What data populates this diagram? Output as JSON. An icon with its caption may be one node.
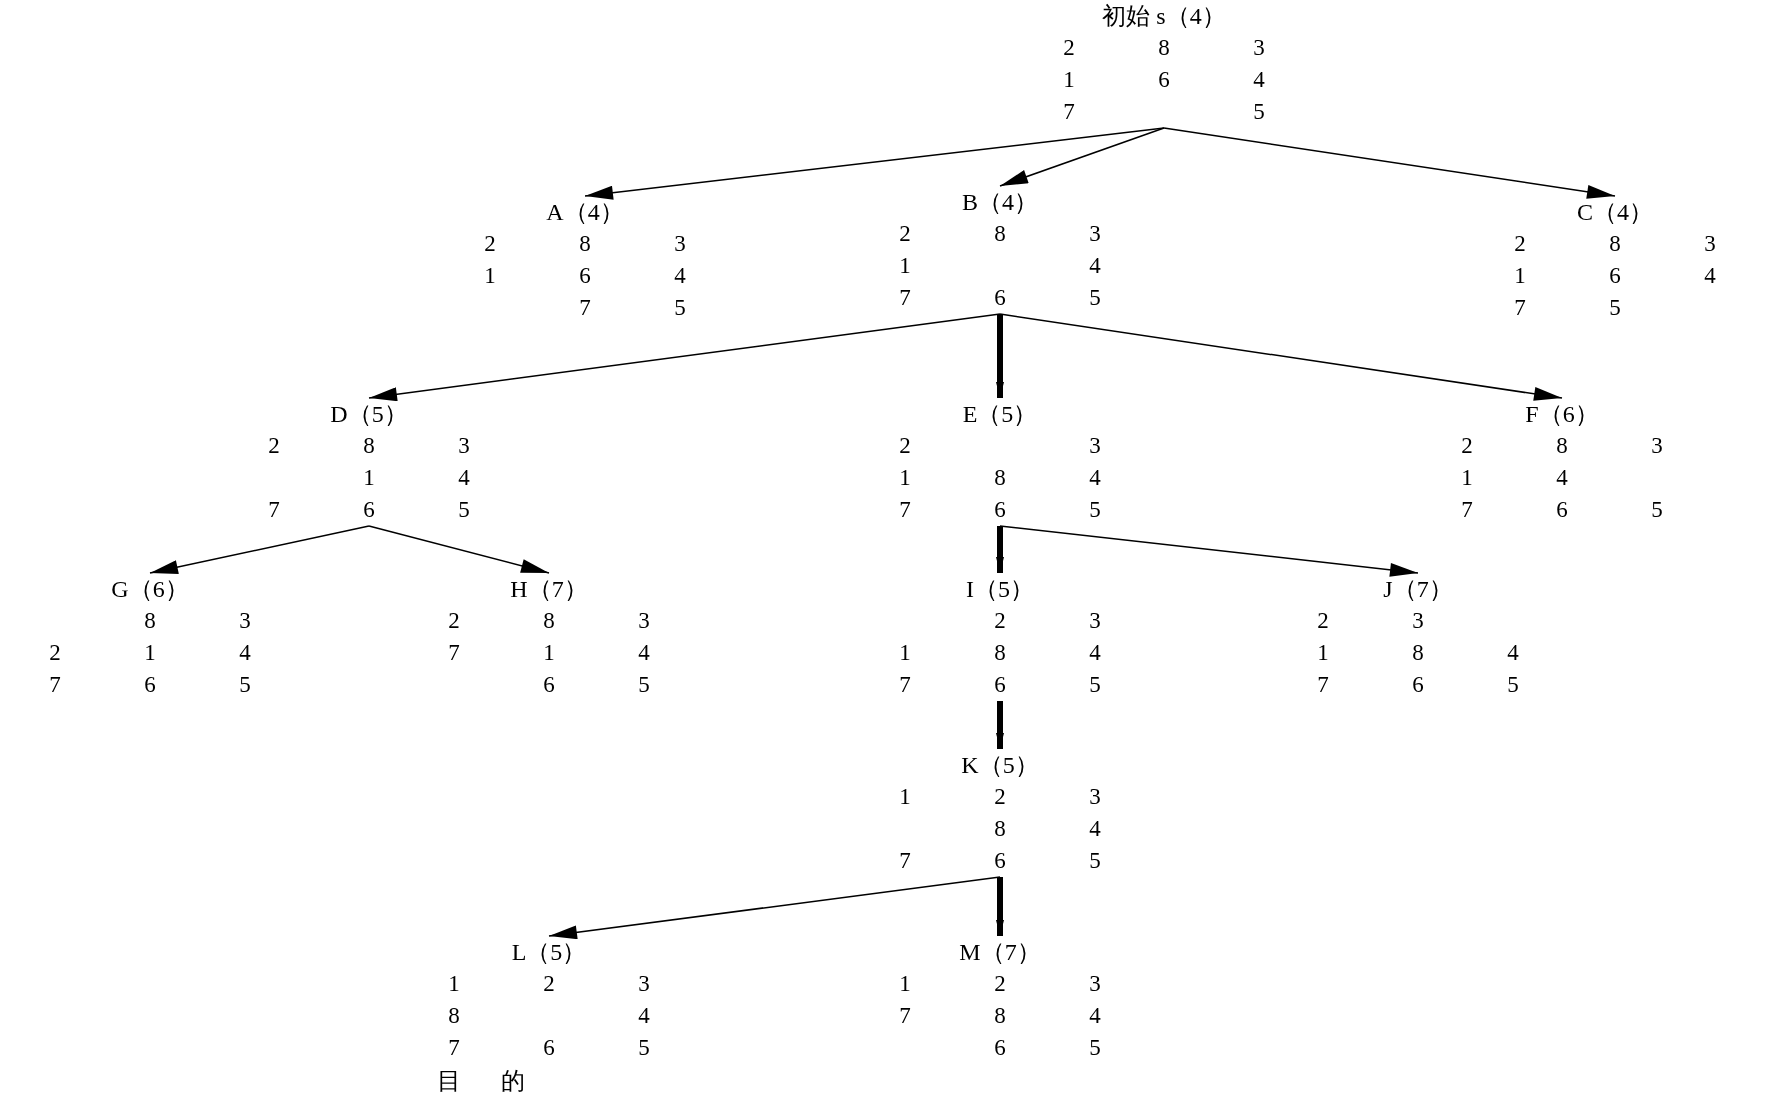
{
  "diagram": {
    "nodes": [
      {
        "text": [
          "初始 s（4）",
          "2",
          "8",
          "3",
          "1",
          "6",
          "4",
          "7",
          "5"
        ]
      },
      {
        "text": [
          "A（4）",
          "2",
          "8",
          "3",
          "1",
          "6",
          "4",
          "7",
          "5"
        ]
      },
      {
        "text": [
          "B（4）",
          "2",
          "8",
          "3",
          "1",
          "4",
          "7",
          "6",
          "5"
        ]
      },
      {
        "text": [
          "C（4）",
          "2",
          "8",
          "3",
          "1",
          "6",
          "4",
          "7",
          "5"
        ]
      },
      {
        "text": [
          "D（5）",
          "2",
          "8",
          "3",
          "1",
          "4",
          "7",
          "6",
          "5"
        ]
      },
      {
        "text": [
          "E（5）",
          "2",
          "3",
          "1",
          "8",
          "4",
          "7",
          "6",
          "5"
        ]
      },
      {
        "text": [
          "F（6）",
          "2",
          "8",
          "3",
          "1",
          "4",
          "7",
          "6",
          "5"
        ]
      },
      {
        "text": [
          "G（6）",
          "8",
          "3",
          "2",
          "1",
          "4",
          "7",
          "6",
          "5"
        ]
      },
      {
        "text": [
          "H（7）",
          "2",
          "8",
          "3",
          "7",
          "1",
          "4",
          "6",
          "5"
        ]
      },
      {
        "text": [
          "I（5）",
          "2",
          "3",
          "1",
          "8",
          "4",
          "7",
          "6",
          "5"
        ]
      },
      {
        "text": [
          "J（7）",
          "2",
          "3",
          "1",
          "8",
          "4",
          "7",
          "6",
          "5"
        ]
      },
      {
        "text": [
          "K（5）",
          "1",
          "2",
          "3",
          "8",
          "4",
          "7",
          "6",
          "5"
        ]
      },
      {
        "text": [
          "L（5）",
          "1",
          "2",
          "3",
          "8",
          "4",
          "7",
          "6",
          "5"
        ],
        "beside": [
          "目的"
        ]
      },
      {
        "text": [
          "M（7）",
          "1",
          "2",
          "3",
          "7",
          "8",
          "4",
          "6",
          "5"
        ]
      }
    ],
    "edges": [
      {
        "from": 0,
        "to": 1,
        "arrow": "to"
      },
      {
        "from": 0,
        "to": 2,
        "arrow": "to"
      },
      {
        "from": 0,
        "to": 3,
        "arrow": "to"
      },
      {
        "from": 2,
        "to": 4,
        "arrow": "to"
      },
      {
        "from": 2,
        "to": 5,
        "arrow": "to",
        "style": "thick"
      },
      {
        "from": 2,
        "to": 6,
        "arrow": "to"
      },
      {
        "from": 4,
        "to": 7,
        "arrow": "to"
      },
      {
        "from": 4,
        "to": 8,
        "arrow": "to"
      },
      {
        "from": 5,
        "to": 9,
        "arrow": "to",
        "style": "thick"
      },
      {
        "from": 5,
        "to": 10,
        "arrow": "to"
      },
      {
        "from": 9,
        "to": 11,
        "arrow": "to",
        "style": "thick"
      },
      {
        "from": 11,
        "to": 12,
        "arrow": "to"
      },
      {
        "from": 11,
        "to": 13,
        "arrow": "to",
        "style": "thick"
      }
    ]
  }
}
